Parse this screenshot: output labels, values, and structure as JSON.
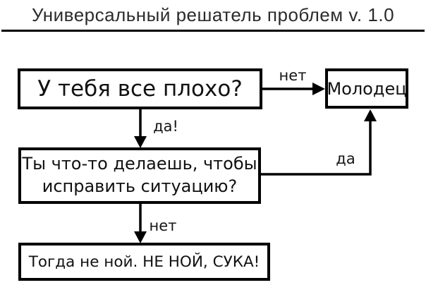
{
  "title": "Универсальный решатель проблем v. 1.0",
  "flowchart": {
    "nodes": {
      "start": {
        "label": "У тебя все плохо?"
      },
      "praise": {
        "label": "Молодец"
      },
      "action": {
        "label_line1": "Ты что-то делаешь, чтобы",
        "label_line2": "исправить ситуацию?"
      },
      "end": {
        "label": "Тогда не ной. НЕ НОЙ, СУКА!"
      }
    },
    "edges": {
      "start_no": {
        "label": "нет"
      },
      "start_yes": {
        "label": "да!"
      },
      "action_yes": {
        "label": "да"
      },
      "action_no": {
        "label": "нет"
      }
    }
  },
  "colors": {
    "background": "#ffffff",
    "line": "#000000",
    "text": "#111111"
  }
}
